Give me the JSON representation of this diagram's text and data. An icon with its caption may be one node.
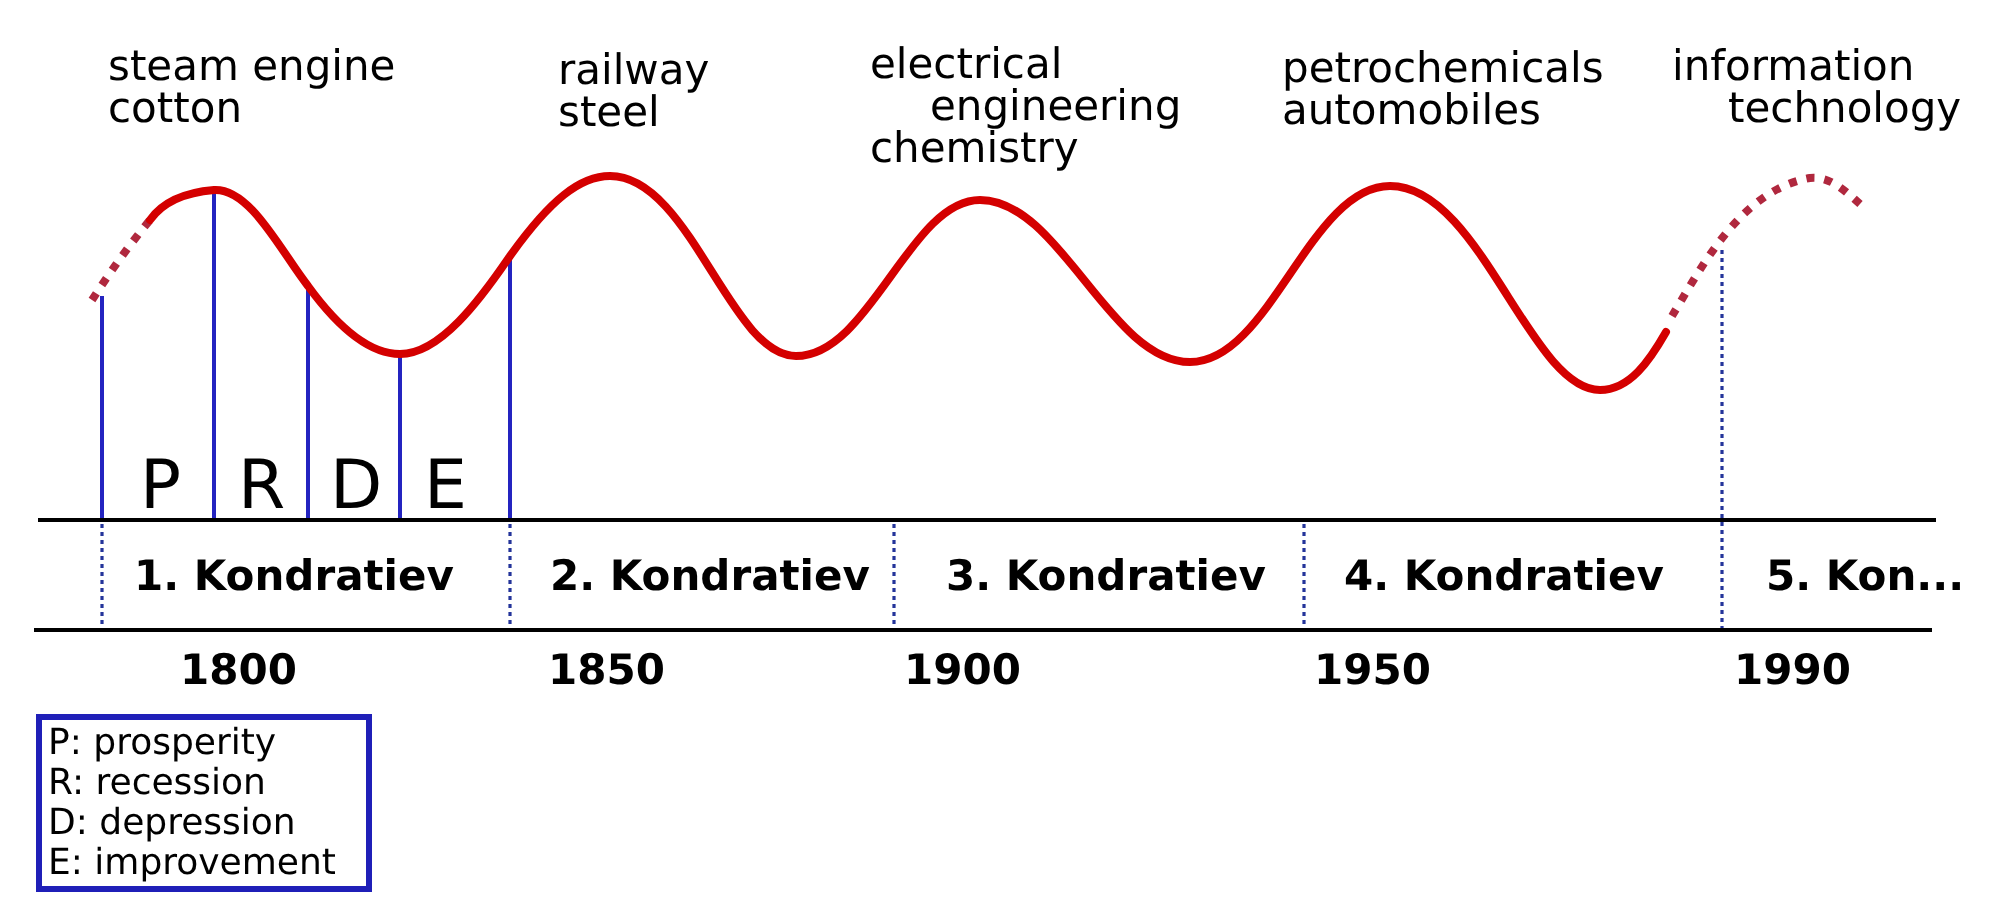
{
  "diagram": {
    "nodes": [
      {
        "text": [
          "P: prosperity",
          "R: recession",
          "D: depression",
          "E: improvement"
        ]
      }
    ],
    "labels": [
      "steam engine",
      "cotton",
      "railway",
      "steel",
      "electrical engineering",
      "chemistry",
      "petrochemicals",
      "automobiles",
      "information technology",
      "P",
      "R",
      "D",
      "E",
      "1. Kondratiev",
      "2. Kondratiev",
      "3. Kondratiev",
      "4. Kondratiev",
      "5. Kon...",
      "1800",
      "1850",
      "1900",
      "1950",
      "1990"
    ]
  }
}
